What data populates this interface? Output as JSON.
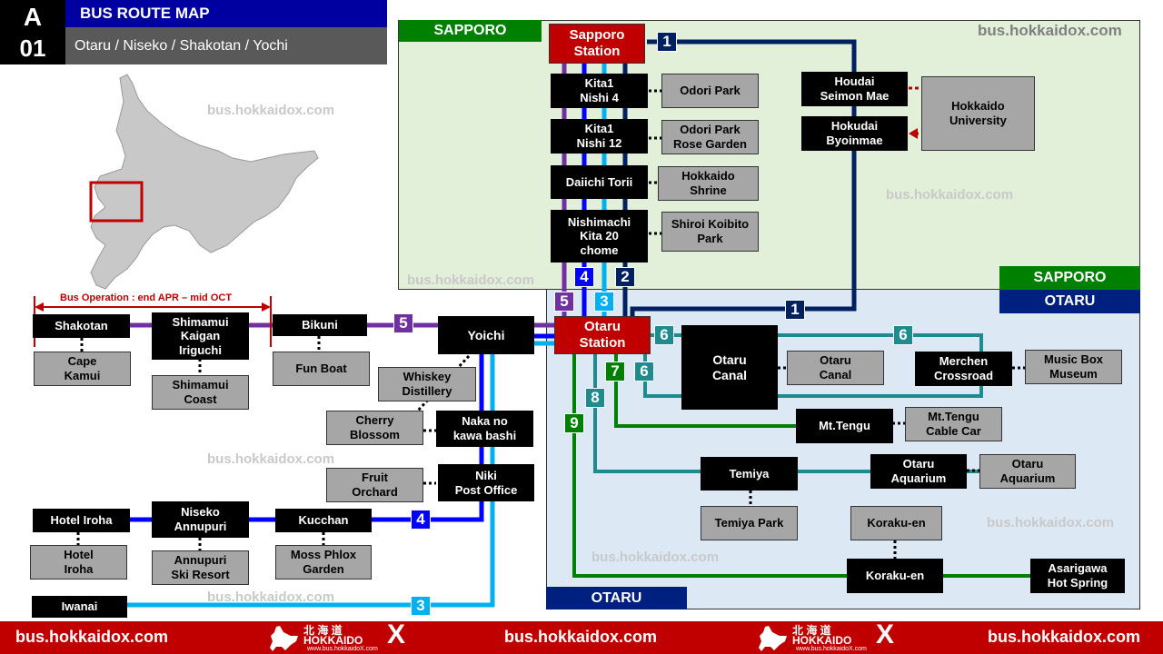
{
  "header": {
    "badge_letter": "A",
    "badge_number": "01",
    "title": "BUS ROUTE MAP",
    "subtitle": "Otaru / Niseko / Shakotan / Yochi"
  },
  "regions": {
    "sapporo_top": "SAPPORO",
    "sapporo_mid": "SAPPORO",
    "otaru_mid": "OTARU",
    "otaru_bottom": "OTARU"
  },
  "watermark": "bus.hokkaidox.com",
  "operation_note": "Bus Operation : end APR – mid OCT",
  "colors": {
    "route1": "#002060",
    "route2": "#002060",
    "route3": "#00b0f0",
    "route4": "#0000ff",
    "route5": "#7030a0",
    "route6": "#1f8b8f",
    "route7": "#008000",
    "route8": "#1f8b8f",
    "route9": "#008000",
    "hub": "#c00000"
  },
  "stations": {
    "sapporo": "Sapporo\nStation",
    "kita1n4": "Kita1\nNishi 4",
    "kita1n12": "Kita1\nNishi 12",
    "daiichi": "Daiichi Torii",
    "nishimachi": "Nishimachi\nKita 20\nchome",
    "houdai": "Houdai\nSeimon Mae",
    "hokudai": "Hokudai\nByoinmae",
    "otaru": "Otaru\nStation",
    "otaru_canal": "Otaru\nCanal",
    "merchen": "Merchen\nCrossroad",
    "mttengu": "Mt.Tengu",
    "temiya": "Temiya",
    "aquarium": "Otaru\nAquarium",
    "korakuen": "Koraku-en",
    "asarigawa": "Asarigawa\nHot Spring",
    "shakotan": "Shakotan",
    "shimamui": "Shimamui\nKaigan\nIriguchi",
    "bikuni": "Bikuni",
    "yoichi": "Yoichi",
    "naka": "Naka no\nkawa bashi",
    "niki": "Niki\nPost Office",
    "hotel_iroha": "Hotel Iroha",
    "niseko": "Niseko\nAnnupuri",
    "kucchan": "Kucchan",
    "iwanai": "Iwanai"
  },
  "pois": {
    "odori": "Odori Park",
    "odori_rose": "Odori Park\nRose Garden",
    "shrine": "Hokkaido\nShrine",
    "shiroi": "Shiroi Koibito\nPark",
    "hokkaido_univ": "Hokkaido\nUniversity",
    "canal": "Otaru\nCanal",
    "music_box": "Music Box\nMuseum",
    "cable_car": "Mt.Tengu\nCable Car",
    "aquarium": "Otaru\nAquarium",
    "temiya_park": "Temiya Park",
    "korakuen": "Koraku-en",
    "cape": "Cape\nKamui",
    "shimamui_coast": "Shimamui\nCoast",
    "fun_boat": "Fun Boat",
    "whiskey": "Whiskey\nDistillery",
    "cherry": "Cherry\nBlossom",
    "fruit": "Fruit\nOrchard",
    "hotel_iroha": "Hotel\nIroha",
    "annupuri": "Annupuri\nSki Resort",
    "moss": "Moss  Phlox\nGarden"
  },
  "route_numbers": {
    "r1a": "1",
    "r1b": "1",
    "r2": "2",
    "r3a": "3",
    "r3b": "3",
    "r4a": "4",
    "r4b": "4",
    "r5a": "5",
    "r5b": "5",
    "r6a": "6",
    "r6b": "6",
    "r6c": "6",
    "r7": "7",
    "r8": "8",
    "r9": "9"
  },
  "footer": {
    "left": "bus.hokkaidox.com",
    "center": "bus.hokkaidox.com",
    "right": "bus.hokkaidox.com",
    "logo_kanji": "北 海 道",
    "logo_text": "HOKKAIDO",
    "logo_x": "X",
    "logo_url": "www.bus.hokkaidoX.com"
  }
}
